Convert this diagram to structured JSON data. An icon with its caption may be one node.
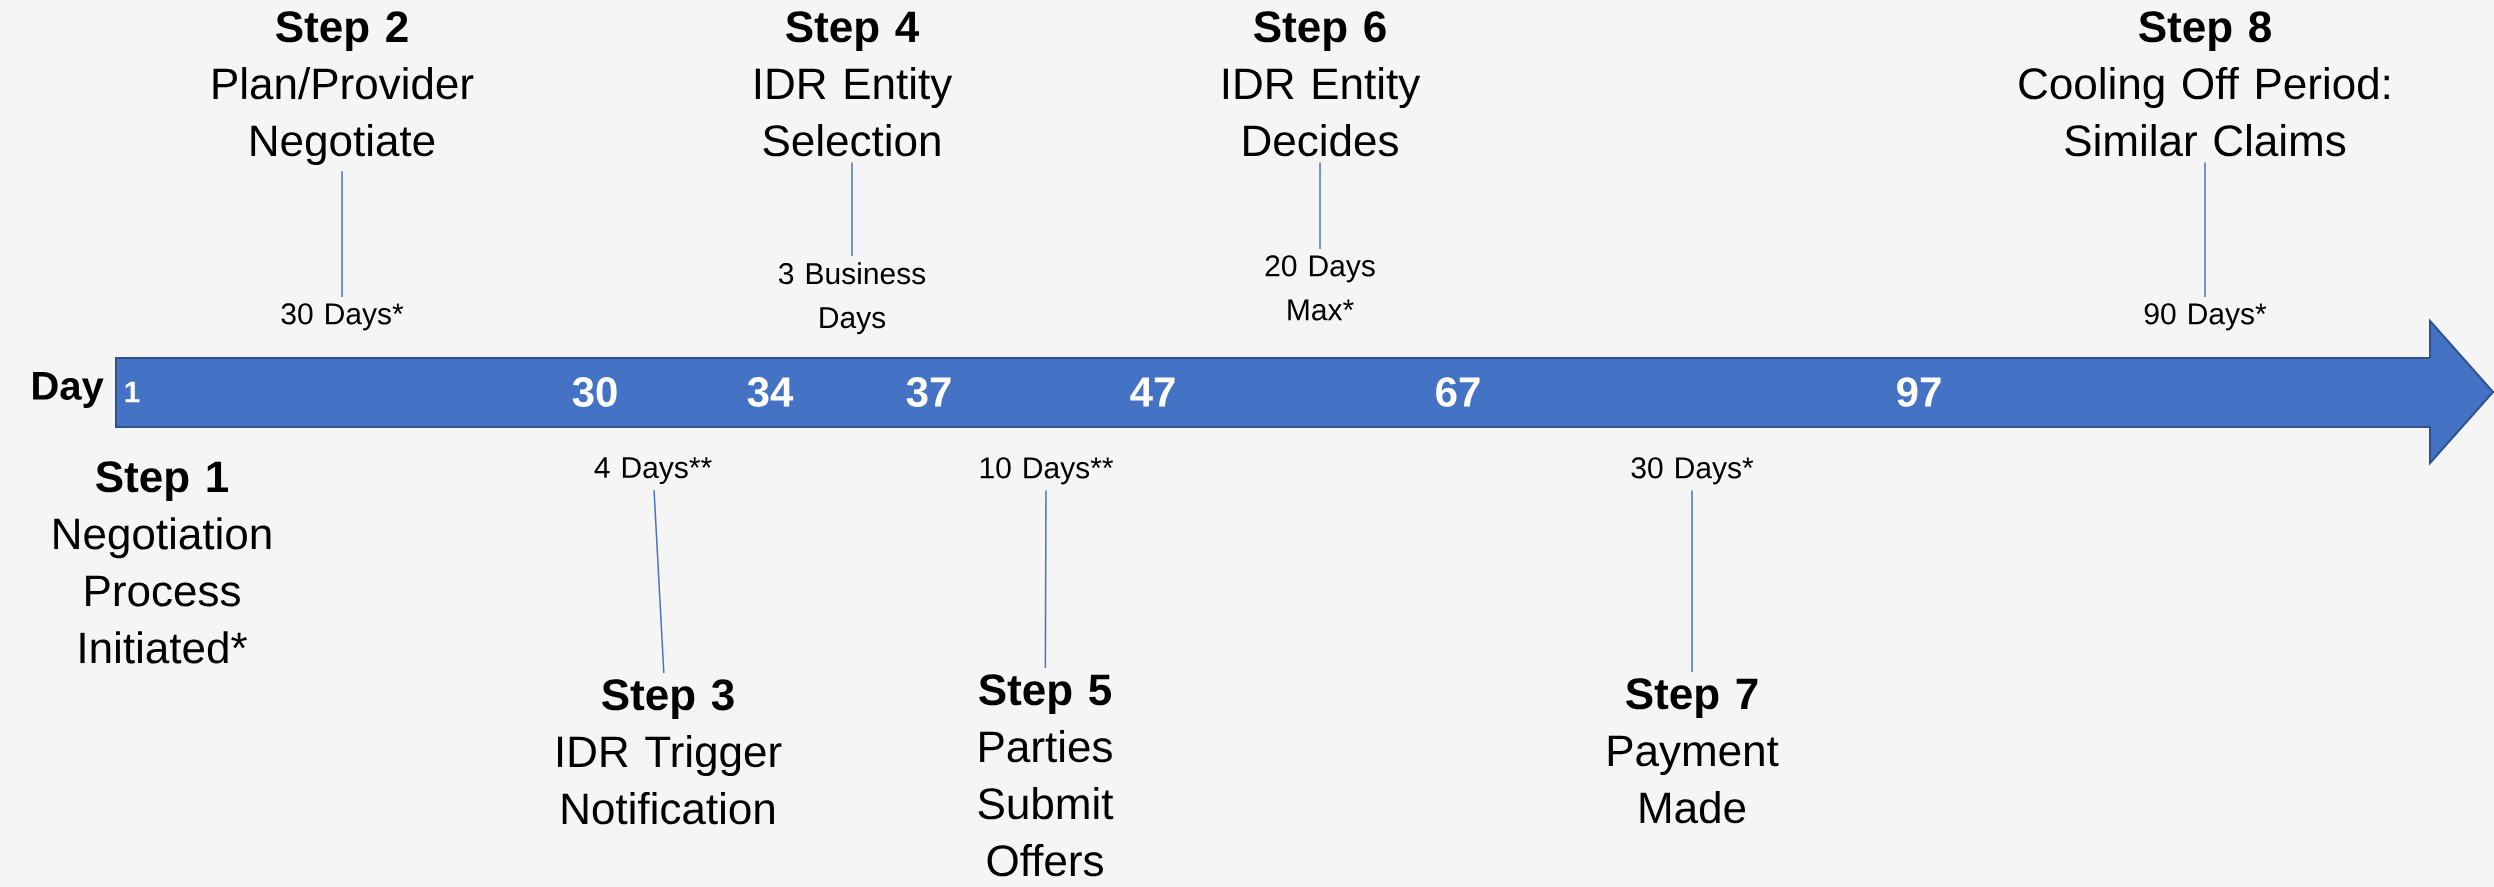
{
  "diagram": {
    "nodes": [
      {
        "text": [
          "1",
          "30",
          "34",
          "37",
          "47",
          "67",
          "97"
        ],
        "beside": [
          "Day"
        ]
      },
      {
        "text": [
          "Step 2",
          "Plan/Provider Negotiate"
        ]
      },
      {
        "text": [
          "30 Days*"
        ]
      },
      {
        "text": [
          "Step 4",
          "IDR Entity Selection"
        ]
      },
      {
        "text": [
          "3 Business Days"
        ]
      },
      {
        "text": [
          "Step 6",
          "IDR Entity Decides"
        ]
      },
      {
        "text": [
          "20 Days Max*"
        ]
      },
      {
        "text": [
          "Step 8",
          "Cooling Off Period: Similar Claims"
        ]
      },
      {
        "text": [
          "90 Days*"
        ]
      },
      {
        "text": [
          "4 Days**"
        ]
      },
      {
        "text": [
          "Step 3",
          "IDR Trigger Notification"
        ]
      },
      {
        "text": [
          "10 Days**"
        ]
      },
      {
        "text": [
          "Step 5",
          "Parties Submit Offers"
        ]
      },
      {
        "text": [
          "30 Days*"
        ]
      },
      {
        "text": [
          "Step 7",
          "Payment Made"
        ]
      }
    ],
    "edges": [
      {
        "from": 1,
        "to": 2,
        "arrow": "none"
      },
      {
        "from": 3,
        "to": 4,
        "arrow": "none"
      },
      {
        "from": 5,
        "to": 6,
        "arrow": "none"
      },
      {
        "from": 7,
        "to": 8,
        "arrow": "none"
      },
      {
        "from": 10,
        "to": 9,
        "arrow": "none"
      },
      {
        "from": 12,
        "to": 11,
        "arrow": "none"
      },
      {
        "from": 14,
        "to": 13,
        "arrow": "none"
      }
    ],
    "labels": [
      "Step 1",
      "Negotiation Process Initiated*"
    ]
  }
}
